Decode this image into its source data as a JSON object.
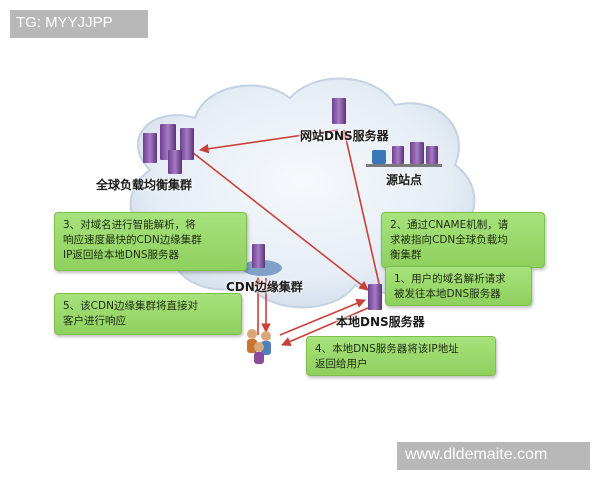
{
  "watermarks": {
    "top": "TG: MYYJJPP",
    "bottom": "www.dldemaite.com"
  },
  "nodes": {
    "gslb": "全球负载均衡集群",
    "site_dns": "网站DNS服务器",
    "origin": "源站点",
    "cdn_edge": "CDN边缘集群",
    "local_dns": "本地DNS服务器"
  },
  "notes": {
    "step1": [
      "1、用户的域名解析请求",
      "被发往本地DNS服务器"
    ],
    "step2": [
      "2、通过CNAME机制，请",
      "求被指向CDN全球负载均",
      "衡集群"
    ],
    "step3": [
      "3、对域名进行智能解析，将",
      "响应速度最快的CDN边缘集群",
      "IP返回给本地DNS服务器"
    ],
    "step4": [
      "4、本地DNS服务器将该IP地址",
      "返回给用户"
    ],
    "step5": [
      "5、该CDN边缘集群将直接对",
      "客户进行响应"
    ]
  },
  "colors": {
    "arrow": "#c9403a",
    "note_fill": "#9bd86c",
    "cloud": "#e6edf5",
    "server": "#8a5aa8",
    "watermark": "#b8b8b8"
  }
}
